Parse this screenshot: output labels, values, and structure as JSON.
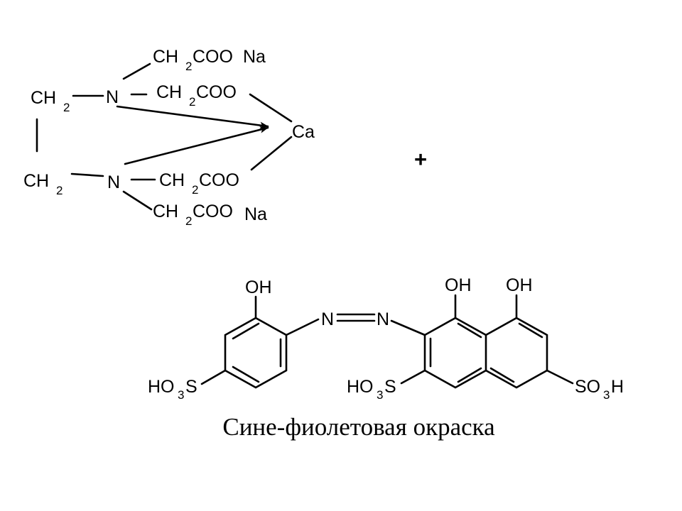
{
  "complex": {
    "ch2_top": "CH",
    "ch2_top_sub": "2",
    "ch2_bottom": "CH",
    "ch2_bottom_sub": "2",
    "n_top": "N",
    "n_bottom": "N",
    "arm1_ch": "CH",
    "arm1_sub": "2",
    "arm1_coo": "COO",
    "arm1_na": "Na",
    "arm2_ch": "CH",
    "arm2_sub": "2",
    "arm2_coo": "COO",
    "arm3_ch": "CH",
    "arm3_sub": "2",
    "arm3_coo": "COO",
    "arm4_ch": "CH",
    "arm4_sub": "2",
    "arm4_coo": "COO",
    "arm4_na": "Na",
    "metal": "Ca"
  },
  "plus": "+",
  "dye": {
    "oh_left": "OH",
    "oh_naph1": "OH",
    "oh_naph2": "OH",
    "n_left": "N",
    "n_right": "N",
    "so3h_left_a": "HO",
    "so3h_left_sub": "3",
    "so3h_left_b": "S",
    "so3h_mid_a": "HO",
    "so3h_mid_sub": "3",
    "so3h_mid_b": "S",
    "so3h_right_a": "SO",
    "so3h_right_sub": "3",
    "so3h_right_b": "H"
  },
  "caption": "Сине-фиолетовая окраска"
}
